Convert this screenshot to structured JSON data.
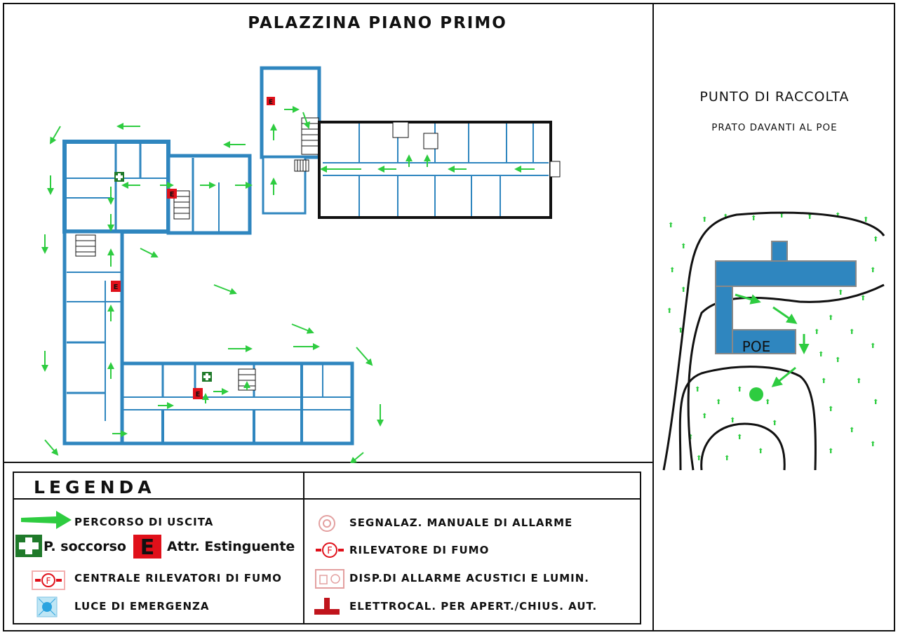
{
  "title": "PALAZZINA PIANO PRIMO",
  "assembly_point": {
    "title": "PUNTO DI RACCOLTA",
    "subtitle": "PRATO DAVANTI AL POE",
    "building_label": "POE"
  },
  "legend": {
    "title": "LEGENDA",
    "left": [
      {
        "icon": "green-arrow-icon",
        "label": "PERCORSO DI USCITA"
      },
      {
        "icon": "first-aid-cross-icon",
        "label": "P. soccorso"
      },
      {
        "icon": "extinguisher-e-icon",
        "label": "Attr. Estinguente"
      },
      {
        "icon": "smoke-detector-panel-icon",
        "label": "CENTRALE RILEVATORI DI FUMO"
      },
      {
        "icon": "emergency-light-icon",
        "label": "LUCE DI EMERGENZA"
      }
    ],
    "right": [
      {
        "icon": "manual-alarm-icon",
        "label": "SEGNALAZ. MANUALE DI ALLARME"
      },
      {
        "icon": "smoke-detector-icon",
        "label": "RILEVATORE DI FUMO"
      },
      {
        "icon": "acoustic-light-alarm-icon",
        "label": "DISP.DI ALLARME ACUSTICI E LUMIN."
      },
      {
        "icon": "electromagnet-icon",
        "label": "ELETTROCAL. PER APERT./CHIUS. AUT."
      }
    ]
  },
  "marker_letter": "E",
  "colors": {
    "wall": "#2f86bf",
    "arrow": "#2ecc40",
    "extinguisher": "#e0101a",
    "first_aid": "#1f7a2a",
    "ink": "#111111"
  }
}
